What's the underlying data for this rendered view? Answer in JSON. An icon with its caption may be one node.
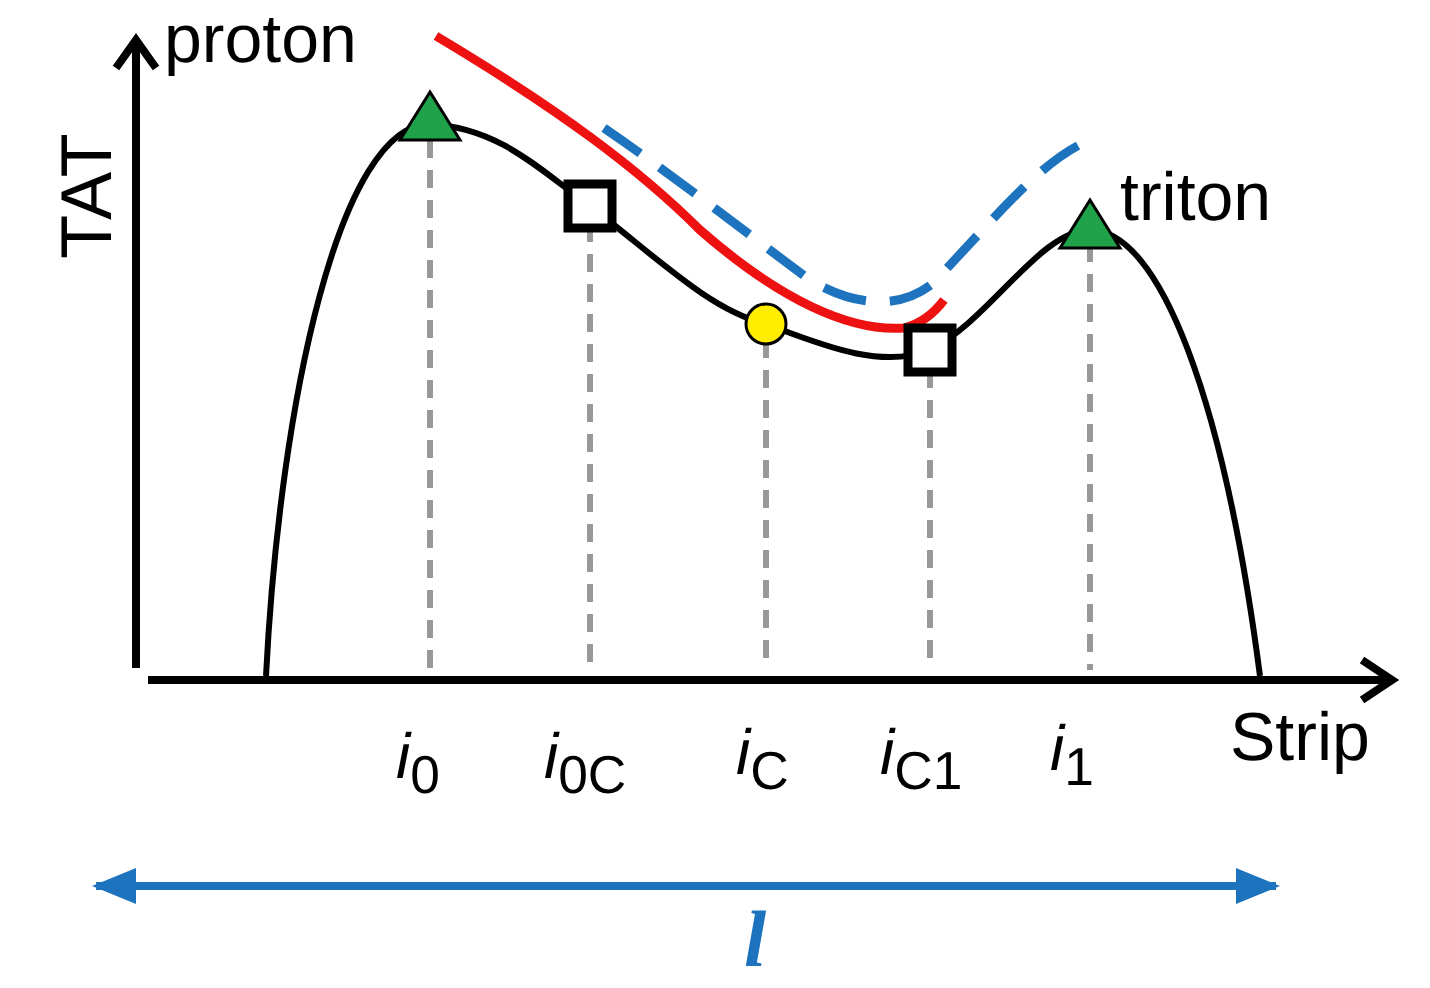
{
  "diagram": {
    "labels": [
      "TAT",
      "proton",
      "triton",
      "*i*$_{0}$",
      "*i*$_{0C}$",
      "*i*$_{C}$",
      "*i*$_{C1}$",
      "*i*$_{1}$",
      "Strip",
      "l"
    ]
  }
}
